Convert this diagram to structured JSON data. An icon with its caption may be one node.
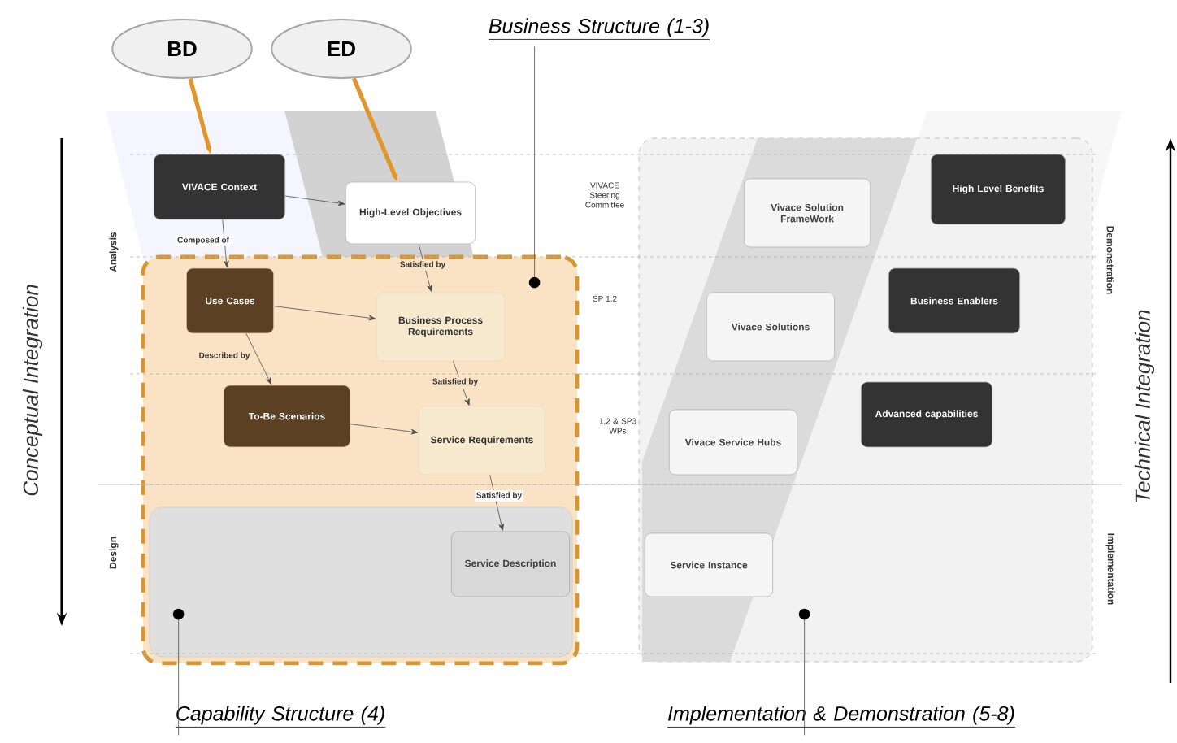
{
  "diagram": {
    "nodes": [
      {
        "text": [
          "BD"
        ]
      },
      {
        "text": [
          "ED"
        ]
      },
      {
        "text": [
          "Business Structure (1-3)"
        ]
      },
      {
        "text": [],
        "shape": "box"
      },
      {
        "text": [
          "VIVACE Context"
        ]
      },
      {
        "text": [
          "High-Level Objectives"
        ]
      },
      {
        "text": [
          "Use Cases"
        ],
        "in": 3
      },
      {
        "text": [
          "Business Process Requirements"
        ],
        "in": 3
      },
      {
        "text": [
          "To-Be Scenarios"
        ],
        "in": 3
      },
      {
        "text": [
          "Service Requirements"
        ],
        "in": 3
      },
      {
        "text": [],
        "shape": "box",
        "in": 3
      },
      {
        "text": [
          "Service Description"
        ],
        "in": 10
      },
      {
        "text": [],
        "shape": "box"
      },
      {
        "text": [
          "Vivace Solution FrameWork"
        ],
        "in": 12
      },
      {
        "text": [
          "High Level Benefits"
        ],
        "in": 12
      },
      {
        "text": [
          "Vivace Solutions"
        ],
        "in": 12
      },
      {
        "text": [
          "Business Enablers"
        ],
        "in": 12
      },
      {
        "text": [
          "Vivace Service Hubs"
        ],
        "in": 12
      },
      {
        "text": [
          "Advanced capabilities"
        ],
        "in": 12
      },
      {
        "text": [
          "Service Instance"
        ],
        "in": 12
      },
      {
        "text": [
          "Capability Structure (4)"
        ]
      },
      {
        "text": [
          "Implementation & Demonstration (5-8)"
        ]
      }
    ],
    "edges": [
      {
        "from": 0,
        "to": 4,
        "arrow": "to",
        "style": "thick",
        "color": "#e0962a"
      },
      {
        "from": 1,
        "to": 5,
        "arrow": "to",
        "style": "thick",
        "color": "#e0962a"
      },
      {
        "from": 4,
        "to": 5,
        "arrow": "to"
      },
      {
        "from": 4,
        "to": 6,
        "arrow": "to",
        "label": "Composed of"
      },
      {
        "from": 5,
        "to": 7,
        "arrow": "to",
        "label": "Satisfied by"
      },
      {
        "from": 6,
        "to": 7,
        "arrow": "to"
      },
      {
        "from": 6,
        "to": 8,
        "arrow": "to",
        "label": "Described by"
      },
      {
        "from": 7,
        "to": 9,
        "arrow": "to",
        "label": "Satisfied by"
      },
      {
        "from": 8,
        "to": 9,
        "arrow": "to"
      },
      {
        "from": 9,
        "to": 11,
        "arrow": "to",
        "label": "Satisfied by"
      },
      {
        "from": 2,
        "to": 3,
        "arrow": "other"
      },
      {
        "from": 20,
        "to": 10,
        "arrow": "other"
      },
      {
        "from": 21,
        "to": 12,
        "arrow": "other"
      }
    ],
    "labels": [
      "Conceptual Integration",
      "Technical Integration",
      "Analysis",
      "Design",
      "VIVACE Steering Committee",
      "SP 1,2",
      "1,2 & SP3 WPs",
      "Demonstration",
      "Implementation"
    ]
  }
}
